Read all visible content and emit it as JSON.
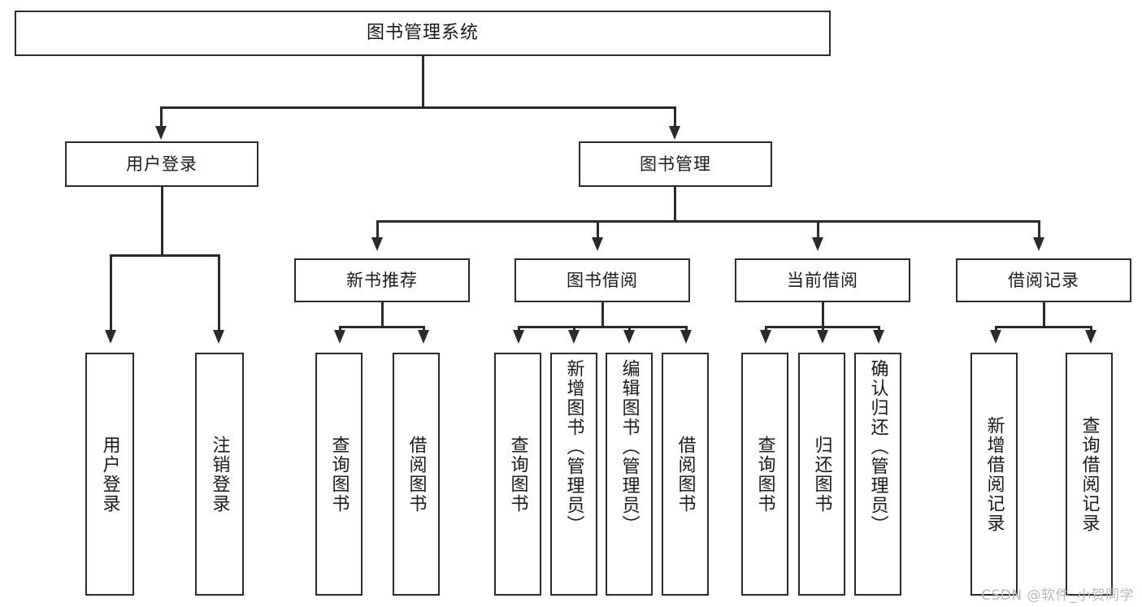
{
  "diagram": {
    "title": "图书管理系统",
    "type": "tree-hierarchy-diagram",
    "colors": {
      "stroke": "#2b2b2b",
      "fill": "#ffffff",
      "watermark": "#b9b9b9"
    },
    "root": {
      "label": "图书管理系统"
    },
    "level2": [
      {
        "label": "用户登录"
      },
      {
        "label": "图书管理"
      }
    ],
    "level3": [
      {
        "label": "新书推荐"
      },
      {
        "label": "图书借阅"
      },
      {
        "label": "当前借阅"
      },
      {
        "label": "借阅记录"
      }
    ],
    "leaves": {
      "user_login": [
        {
          "label": "用户登录"
        },
        {
          "label": "注销登录"
        }
      ],
      "new_book_recommend": [
        {
          "label": "查询图书"
        },
        {
          "label": "借阅图书"
        }
      ],
      "book_borrow": [
        {
          "label": "查询图书"
        },
        {
          "label": "新增图书（管理员）"
        },
        {
          "label": "编辑图书（管理员）"
        },
        {
          "label": "借阅图书"
        }
      ],
      "current_borrow": [
        {
          "label": "查询图书"
        },
        {
          "label": "归还图书"
        },
        {
          "label": "确认归还（管理员）"
        }
      ],
      "borrow_record": [
        {
          "label": "新增借阅记录"
        },
        {
          "label": "查询借阅记录"
        }
      ]
    }
  },
  "watermark": {
    "text": "CSDN @软件_小贺同学"
  }
}
